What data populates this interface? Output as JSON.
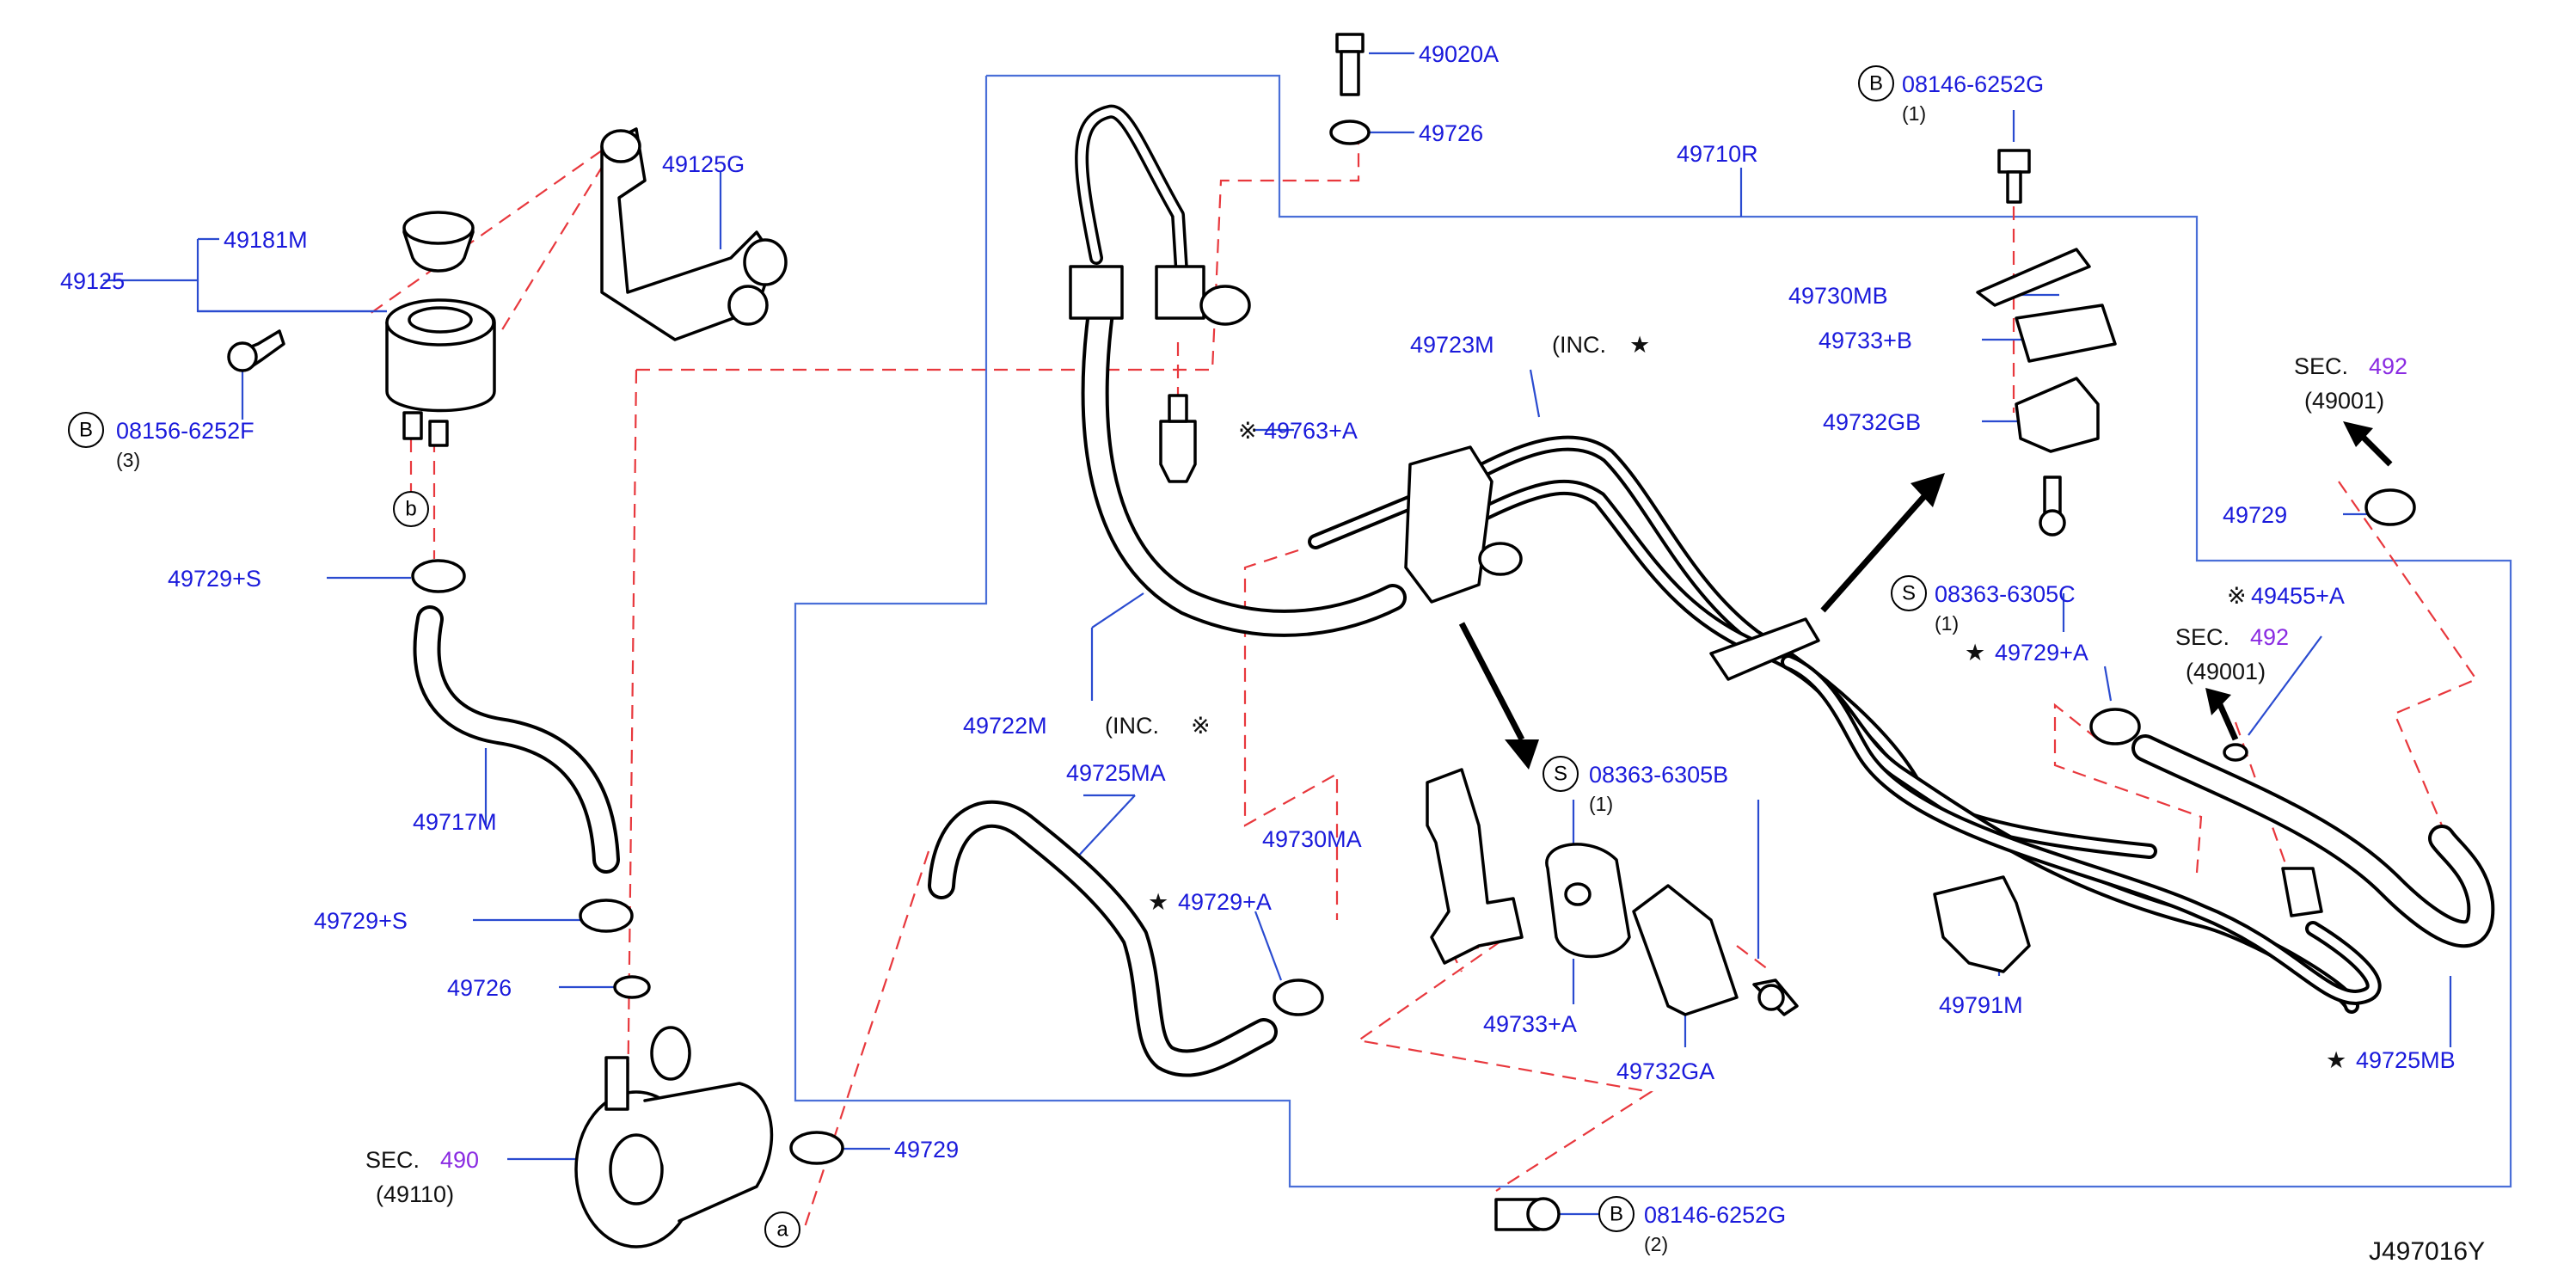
{
  "diagram_code": "J497016Y",
  "labels": {
    "p49020A": "49020A",
    "p49726_top": "49726",
    "p08146_top": "08146-6252G",
    "p08146_top_qty": "(1)",
    "p49710R": "49710R",
    "p49125G": "49125G",
    "p49181M": "49181M",
    "p49125": "49125",
    "p08156": "08156-6252F",
    "p08156_qty": "(3)",
    "p49730MB": "49730MB",
    "p49733B": "49733+B",
    "p49723M": "49723M",
    "inc_star": "(INC.",
    "p49763A": "49763+A",
    "p49732GB": "49732GB",
    "sec492_top": "SEC.",
    "sec492_top_num": "492",
    "sec492_top_ref": "(49001)",
    "p49729_right": "49729",
    "p49729S_top": "49729+S",
    "p08363C": "08363-6305C",
    "p08363C_qty": "(1)",
    "p49455A": "49455+A",
    "p49729A_right": "49729+A",
    "sec492_mid": "SEC.",
    "sec492_mid_num": "492",
    "sec492_mid_ref": "(49001)",
    "p49722M": "49722M",
    "inc_flower": "(INC.",
    "p49725MA": "49725MA",
    "p49717M": "49717M",
    "p08363B": "08363-6305B",
    "p08363B_qty": "(1)",
    "p49730MA": "49730MA",
    "p49729A_left": "49729+A",
    "p49729S_bottom": "49729+S",
    "p49791M": "49791M",
    "p49726_bottom": "49726",
    "p49733A": "49733+A",
    "p49732GA": "49732GA",
    "p49725MB": "49725MB",
    "sec490": "SEC.",
    "sec490_num": "490",
    "sec490_ref": "(49110)",
    "p49729_bottom": "49729",
    "p08146_bottom": "08146-6252G",
    "p08146_bottom_qty": "(2)"
  },
  "callouts": {
    "B": "B",
    "S": "S",
    "a": "a",
    "b": "b"
  },
  "symbols": {
    "star": "★",
    "flower": "※"
  },
  "colors": {
    "label_blue": "#1a1adb",
    "section_purple": "#8a2be2",
    "dash_red": "#e8383d",
    "frame_blue": "#4a6fd8"
  }
}
